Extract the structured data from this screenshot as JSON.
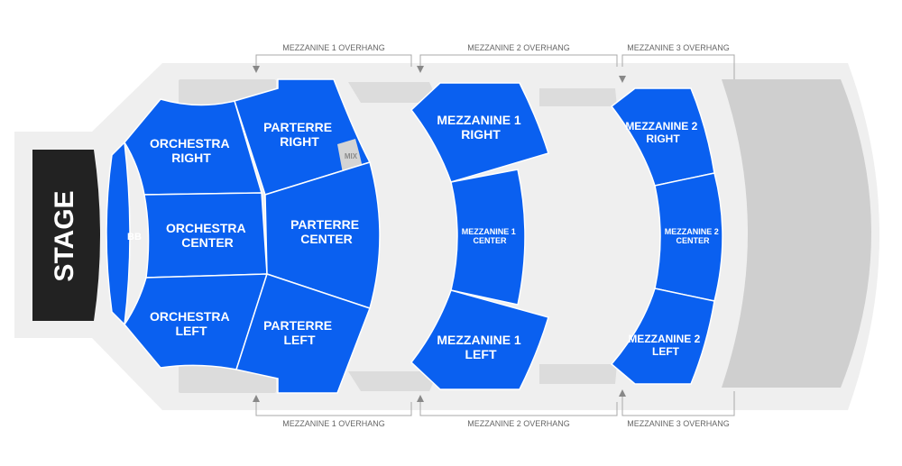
{
  "stage": {
    "label": "STAGE"
  },
  "sections": {
    "bb": "BB",
    "mix": "MIX",
    "orchestra_right": [
      "ORCHESTRA",
      "RIGHT"
    ],
    "orchestra_center": [
      "ORCHESTRA",
      "CENTER"
    ],
    "orchestra_left": [
      "ORCHESTRA",
      "LEFT"
    ],
    "parterre_right": [
      "PARTERRE",
      "RIGHT"
    ],
    "parterre_center": [
      "PARTERRE",
      "CENTER"
    ],
    "parterre_left": [
      "PARTERRE",
      "LEFT"
    ],
    "mezzanine1_right": [
      "MEZZANINE 1",
      "RIGHT"
    ],
    "mezzanine1_center": [
      "MEZZANINE 1",
      "CENTER"
    ],
    "mezzanine1_left": [
      "MEZZANINE 1",
      "LEFT"
    ],
    "mezzanine2_right": [
      "MEZZANINE 2",
      "RIGHT"
    ],
    "mezzanine2_center": [
      "MEZZANINE 2",
      "CENTER"
    ],
    "mezzanine2_left": [
      "MEZZANINE 2",
      "LEFT"
    ]
  },
  "overhangs": {
    "top": [
      "MEZZANINE 1 OVERHANG",
      "MEZZANINE 2 OVERHANG",
      "MEZZANINE 3 OVERHANG"
    ],
    "bottom": [
      "MEZZANINE 1 OVERHANG",
      "MEZZANINE 2 OVERHANG",
      "MEZZANINE 3 OVERHANG"
    ]
  },
  "colors": {
    "section": "#0a60f0",
    "stage": "#222222",
    "floor": "#efefef",
    "unavailable": "#d8d8d8"
  }
}
